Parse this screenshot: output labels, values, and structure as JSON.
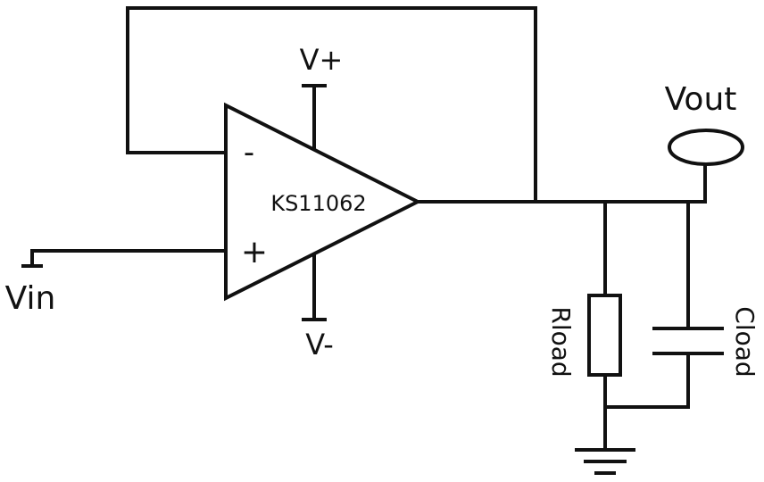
{
  "diagram": {
    "type": "circuit-schematic",
    "opamp": {
      "part_label": "KS11062",
      "inverting_sign": "-",
      "noninverting_sign": "+"
    },
    "supply": {
      "positive_label": "V+",
      "negative_label": "V-"
    },
    "input": {
      "label": "Vin"
    },
    "output": {
      "label": "Vout"
    },
    "load": {
      "resistor_label": "Rload",
      "capacitor_label": "Cload"
    },
    "colors": {
      "stroke": "#111111",
      "background": "#ffffff"
    }
  }
}
